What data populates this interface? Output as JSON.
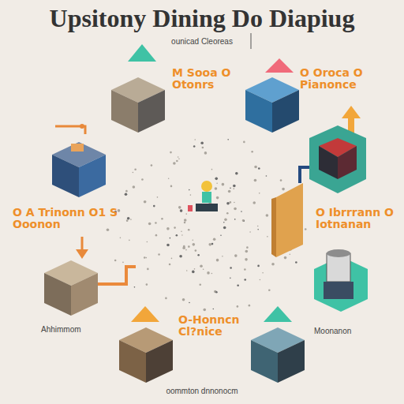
{
  "diagram": {
    "title": "Upsitony Dining Do Diapiug",
    "labels": [
      "ounicad Cleoreas",
      "M Sooa O Otonrs",
      "O Oroca O Pianonce",
      "O A Trinonn O1 S Ooonon",
      "O Ibrrrann O Iotnanan",
      "O-Honncn Cl?nice",
      "Ahhimmom",
      "Moonanon",
      "oommton dnnonocm"
    ]
  }
}
